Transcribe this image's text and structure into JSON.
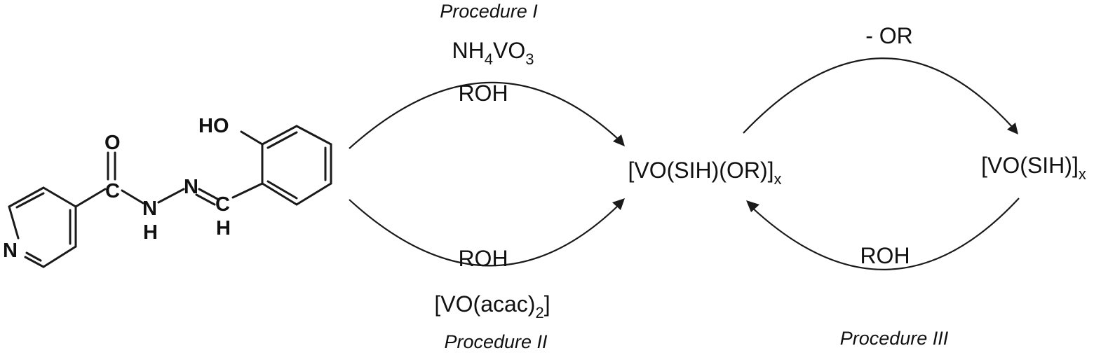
{
  "structure": {
    "atoms": {
      "pyridine_N": "N",
      "carbonyl_O": "O",
      "carbonyl_C": "C",
      "amide_N": "N",
      "amide_H": "H",
      "imine_N": "N",
      "imine_C": "C",
      "imine_H": "H",
      "hydroxyl": "HO"
    }
  },
  "procedures": {
    "one": {
      "title": "Procedure I",
      "reagent_main": "NH",
      "reagent_sub1": "4",
      "reagent_mid": "VO",
      "reagent_sub2": "3",
      "solvent": "ROH"
    },
    "two": {
      "title": "Procedure II",
      "solvent": "ROH",
      "reagent_main": "[VO(acac)",
      "reagent_sub": "2",
      "reagent_end": "]"
    },
    "three": {
      "title": "Procedure III",
      "solvent": "ROH",
      "loss": "- OR"
    }
  },
  "complexes": {
    "alkoxo": {
      "formula": "[VO(SIH)(OR)]",
      "subscript": "x"
    },
    "bare": {
      "formula": "[VO(SIH)]",
      "subscript": "x"
    }
  }
}
